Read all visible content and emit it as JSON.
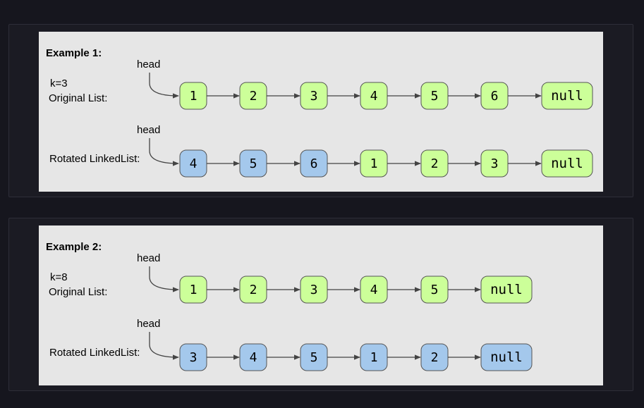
{
  "colors": {
    "page_bg": "#16161e",
    "green_fill": "#ccff99",
    "blue_fill": "#a4c8ec",
    "node_stroke": "#555555",
    "arrow": "#444444"
  },
  "examples": [
    {
      "title": "Example 1:",
      "k_label": "k=3",
      "original_label": "Original List:",
      "rotated_label": "Rotated LinkedList:",
      "head_label": "head",
      "original_nodes": [
        {
          "text": "1",
          "color": "green"
        },
        {
          "text": "2",
          "color": "green"
        },
        {
          "text": "3",
          "color": "green"
        },
        {
          "text": "4",
          "color": "green"
        },
        {
          "text": "5",
          "color": "green"
        },
        {
          "text": "6",
          "color": "green"
        },
        {
          "text": "null",
          "color": "green"
        }
      ],
      "rotated_nodes": [
        {
          "text": "4",
          "color": "blue"
        },
        {
          "text": "5",
          "color": "blue"
        },
        {
          "text": "6",
          "color": "blue"
        },
        {
          "text": "1",
          "color": "green"
        },
        {
          "text": "2",
          "color": "green"
        },
        {
          "text": "3",
          "color": "green"
        },
        {
          "text": "null",
          "color": "green"
        }
      ]
    },
    {
      "title": "Example 2:",
      "k_label": "k=8",
      "original_label": "Original List:",
      "rotated_label": "Rotated LinkedList:",
      "head_label": "head",
      "original_nodes": [
        {
          "text": "1",
          "color": "green"
        },
        {
          "text": "2",
          "color": "green"
        },
        {
          "text": "3",
          "color": "green"
        },
        {
          "text": "4",
          "color": "green"
        },
        {
          "text": "5",
          "color": "green"
        },
        {
          "text": "null",
          "color": "green"
        }
      ],
      "rotated_nodes": [
        {
          "text": "3",
          "color": "blue"
        },
        {
          "text": "4",
          "color": "blue"
        },
        {
          "text": "5",
          "color": "blue"
        },
        {
          "text": "1",
          "color": "blue"
        },
        {
          "text": "2",
          "color": "blue"
        },
        {
          "text": "null",
          "color": "blue"
        }
      ]
    }
  ]
}
